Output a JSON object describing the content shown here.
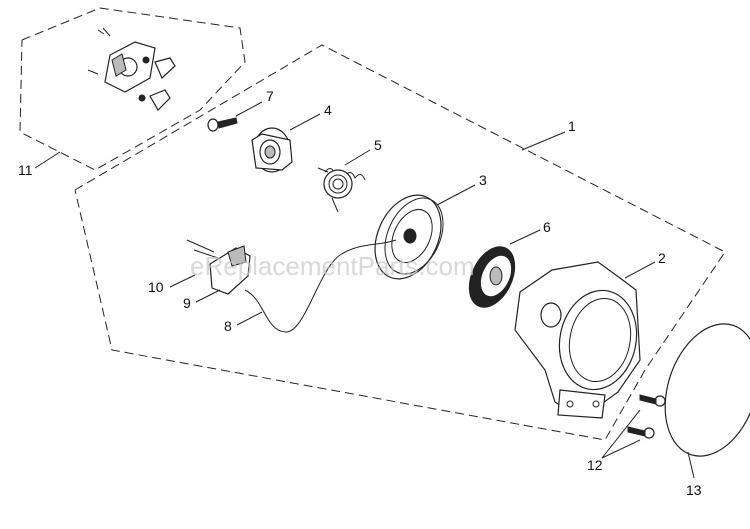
{
  "watermark": "eReplacementParts.com",
  "callouts": [
    {
      "id": "1",
      "text": "1"
    },
    {
      "id": "2",
      "text": "2"
    },
    {
      "id": "3",
      "text": "3"
    },
    {
      "id": "4",
      "text": "4"
    },
    {
      "id": "5",
      "text": "5"
    },
    {
      "id": "6",
      "text": "6"
    },
    {
      "id": "7",
      "text": "7"
    },
    {
      "id": "8",
      "text": "8"
    },
    {
      "id": "9",
      "text": "9"
    },
    {
      "id": "10",
      "text": "10"
    },
    {
      "id": "11",
      "text": "11"
    },
    {
      "id": "12",
      "text": "12"
    },
    {
      "id": "13",
      "text": "13"
    }
  ]
}
